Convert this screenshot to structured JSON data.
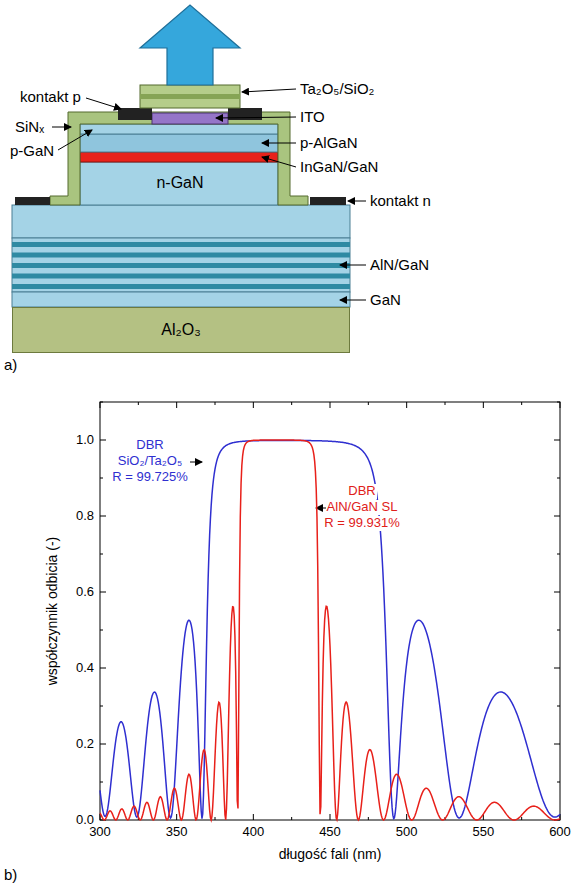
{
  "diagram": {
    "nodes": [
      {
        "text": [
          "n-GaN"
        ]
      },
      {
        "text": [
          "Al₂O₃"
        ]
      }
    ],
    "labels": [
      "kontakt p",
      "Ta₂O₅/SiO₂",
      "SiNₓ",
      "ITO",
      "p-GaN",
      "p-AlGaN",
      "InGaN/GaN",
      "kontakt n",
      "AlN/GaN",
      "GaN",
      "a)",
      "DBR",
      "SiO₂/Ta₂O₅",
      "R = 99.725%",
      "DBR",
      "AlN/GaN SL",
      "R = 99.931%",
      "współczynnik odbicia   (-)",
      "długość fali   (nm)",
      "0.0",
      "0.2",
      "0.4",
      "0.6",
      "0.8",
      "1.0",
      "300",
      "350",
      "400",
      "450",
      "500",
      "550",
      "600",
      "b)"
    ]
  }
}
